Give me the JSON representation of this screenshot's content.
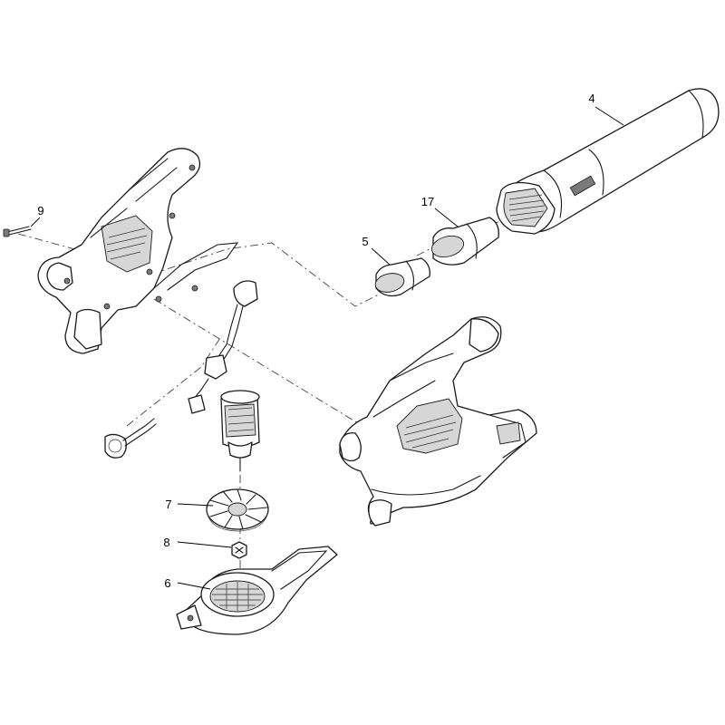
{
  "callouts": {
    "c4": "4",
    "c17": "17",
    "c5": "5",
    "c9": "9",
    "c7": "7",
    "c8": "8",
    "c6": "6"
  },
  "colors": {
    "line": "#1a1a1a",
    "shade": "#d6d6d6",
    "background": "#ffffff"
  }
}
